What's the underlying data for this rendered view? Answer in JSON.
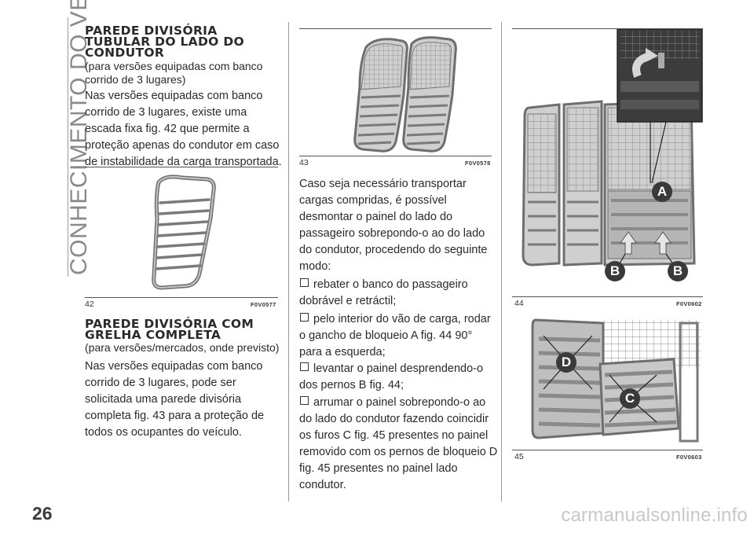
{
  "side_title": "CONHECIMENTO DO VEÍCULO",
  "page_number": "26",
  "watermark": "carmanualsonline.info",
  "col1": {
    "heading1": "PAREDE DIVISÓRIA TUBULAR DO LADO DO CONDUTOR",
    "heading1_lines": [
      "PAREDE DIVISÓRIA",
      "TUBULAR DO LADO DO",
      "CONDUTOR"
    ],
    "heading1_sub_lines": [
      "(para versões equipadas com banco",
      "corrido de 3 lugares)"
    ],
    "para1_lines": [
      "Nas versões equipadas com banco",
      "corrido de 3 lugares, existe uma",
      "escada fixa fig. 42 que permite a",
      "proteção apenas do condutor em caso",
      "de instabilidade da carga transportada."
    ],
    "fig42_num": "42",
    "fig42_code": "F0V0577",
    "heading2_lines": [
      "PAREDE DIVISÓRIA COM",
      "GRELHA COMPLETA"
    ],
    "heading2_sub": "(para versões/mercados, onde previsto)",
    "para2_lines": [
      "Nas versões equipadas com banco",
      "corrido de 3 lugares, pode ser",
      "solicitada uma parede divisória",
      "completa fig. 43 para a proteção de",
      "todos os ocupantes do veículo."
    ]
  },
  "col2": {
    "fig43_num": "43",
    "fig43_code": "F0V0578",
    "intro_lines": [
      "Caso seja necessário transportar",
      "cargas compridas, é possível",
      "desmontar o painel do lado do",
      "passageiro sobrepondo-o ao do lado",
      "do condutor, procedendo do seguinte",
      "modo:"
    ],
    "steps": [
      {
        "lines": [
          "rebater o banco do passageiro",
          "dobrável e retráctil;"
        ]
      },
      {
        "lines": [
          "pelo interior do vão de carga, rodar",
          "o gancho de bloqueio A fig. 44 90°",
          "para a esquerda;"
        ]
      },
      {
        "lines": [
          "levantar o painel desprendendo-o",
          "dos pernos B fig. 44;"
        ]
      },
      {
        "lines": [
          "arrumar o painel sobrepondo-o ao",
          "do lado do condutor fazendo coincidir",
          "os furos C fig. 45 presentes no painel",
          "removido com os pernos de bloqueio D",
          "fig. 45 presentes no painel lado",
          "condutor."
        ]
      }
    ]
  },
  "col3": {
    "fig44_num": "44",
    "fig44_code": "F0V0602",
    "fig44_labels": {
      "a": "A",
      "b1": "B",
      "b2": "B"
    },
    "fig45_num": "45",
    "fig45_code": "F0V0603",
    "fig45_labels": {
      "d": "D",
      "c": "C"
    }
  },
  "colors": {
    "text": "#2a2a2a",
    "side_title": "#8a8a8a",
    "figure_fill": "#bdbdbd",
    "figure_dark": "#6e6e6e",
    "label_badge": "#3a3a3a"
  }
}
